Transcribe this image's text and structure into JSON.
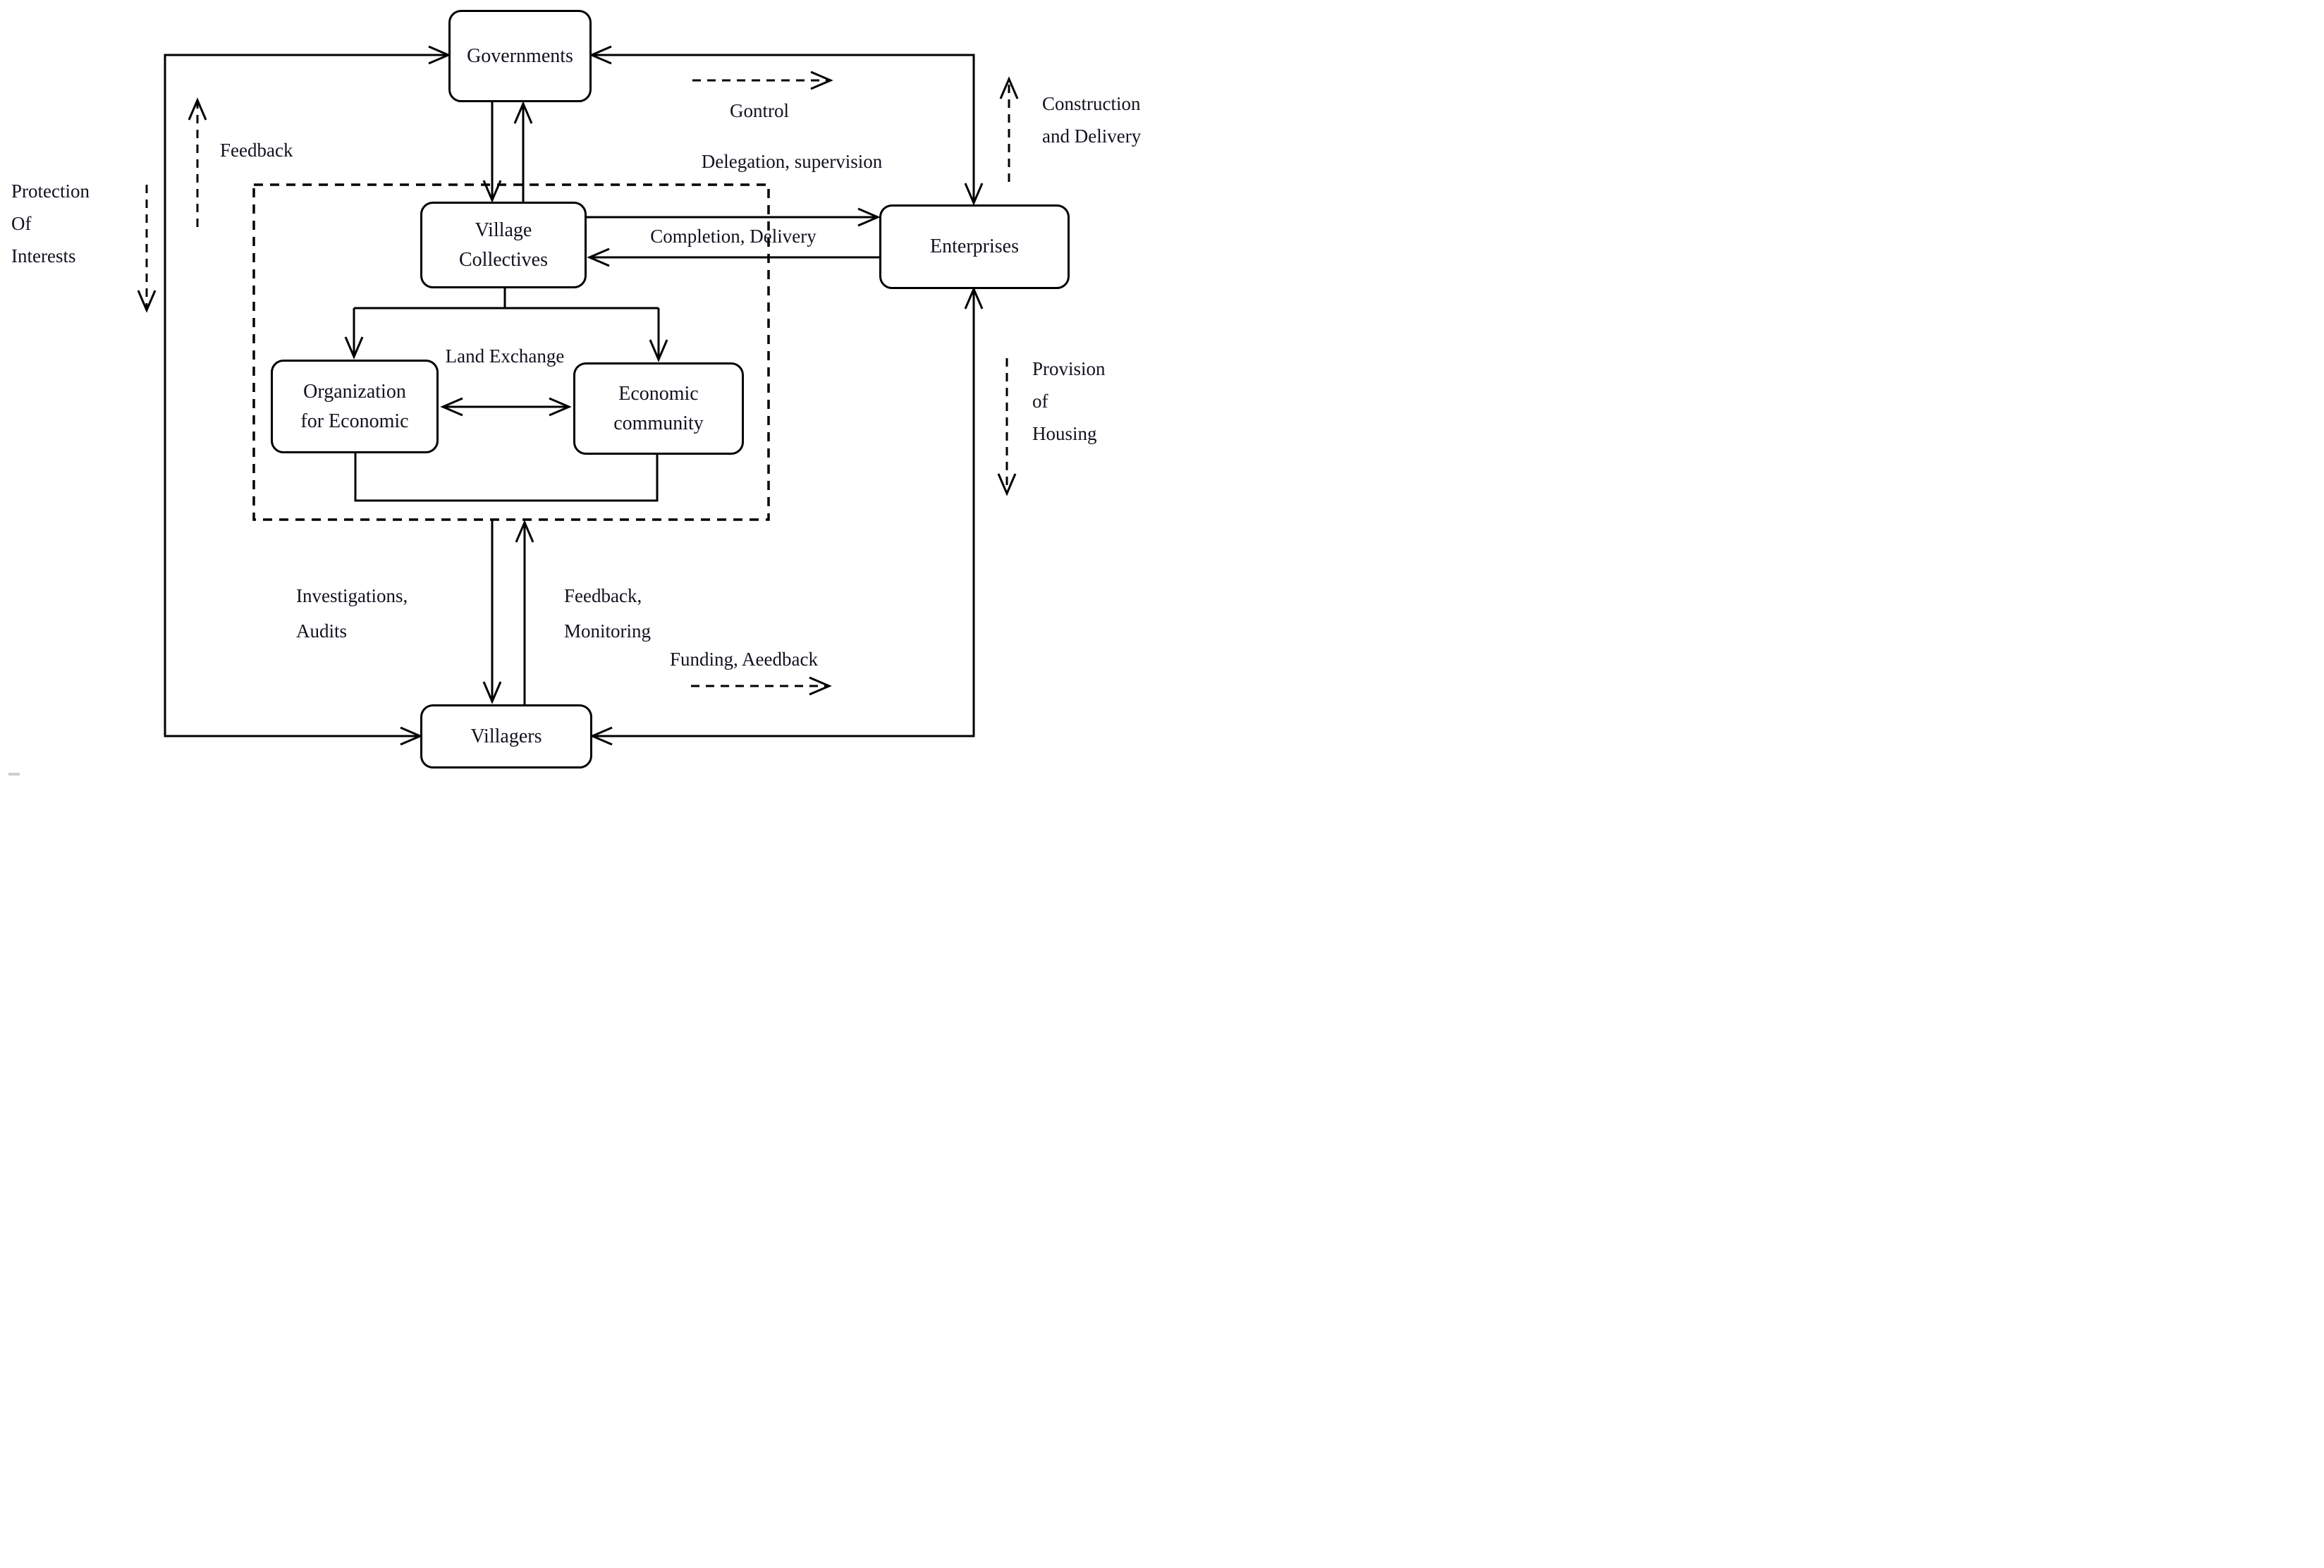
{
  "figure": {
    "background": "#ffffff",
    "line_color": "#000000",
    "text_color": "#12121e"
  },
  "nodes": {
    "governments": "Governments",
    "village_collectives": "Village\nCollectives",
    "enterprises": "Enterprises",
    "organization_for_economic": "Organization\nfor Economic",
    "economic_community": "Economic\ncommunity",
    "villagers": "Villagers"
  },
  "edge_labels": {
    "control": "Gontrol",
    "delegation_supervision": "Delegation, supervision",
    "completion_delivery": "Completion, Delivery",
    "construction_and_delivery": "Construction\nand Delivery",
    "feedback": "Feedback",
    "protection_of_interests": "Protection\nOf\nInterests",
    "land_exchange": "Land Exchange",
    "provision_of_housing": "Provision\nof\nHousing",
    "investigations_audits": "Investigations,\nAudits",
    "feedback_monitoring": "Feedback,\nMonitoring",
    "funding_feedback": "Funding, Aeedback"
  }
}
